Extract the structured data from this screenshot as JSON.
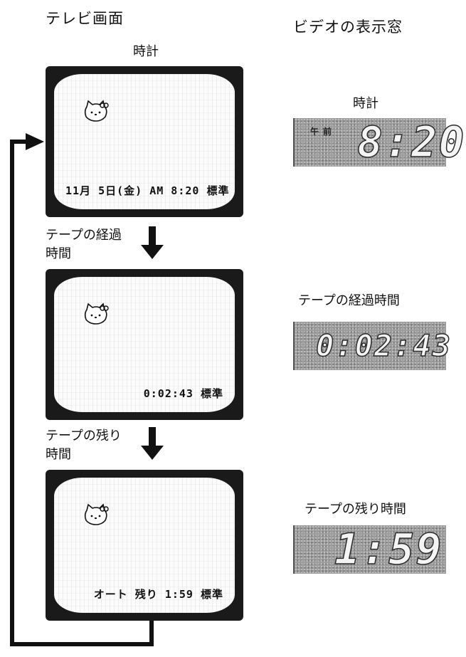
{
  "headings": {
    "tv": "テレビ画面",
    "vcr": "ビデオの表示窓"
  },
  "tv_screens": [
    {
      "caption": "時計",
      "osd": "11月 5日(金) AM  8:20 標準"
    },
    {
      "step_label_line1": "テープの経過",
      "step_label_line2": "時間",
      "osd": "0:02:43 標準"
    },
    {
      "step_label_line1": "テープの残り",
      "step_label_line2": "時間",
      "osd": "オート 残り 1:59 標準"
    }
  ],
  "vcr_displays": [
    {
      "caption": "時計",
      "am_label": "午前",
      "digits": "8:20"
    },
    {
      "caption": "テープの経過時間",
      "digits": "0:02:43"
    },
    {
      "caption": "テープの残り時間",
      "digits": "1:59"
    }
  ]
}
